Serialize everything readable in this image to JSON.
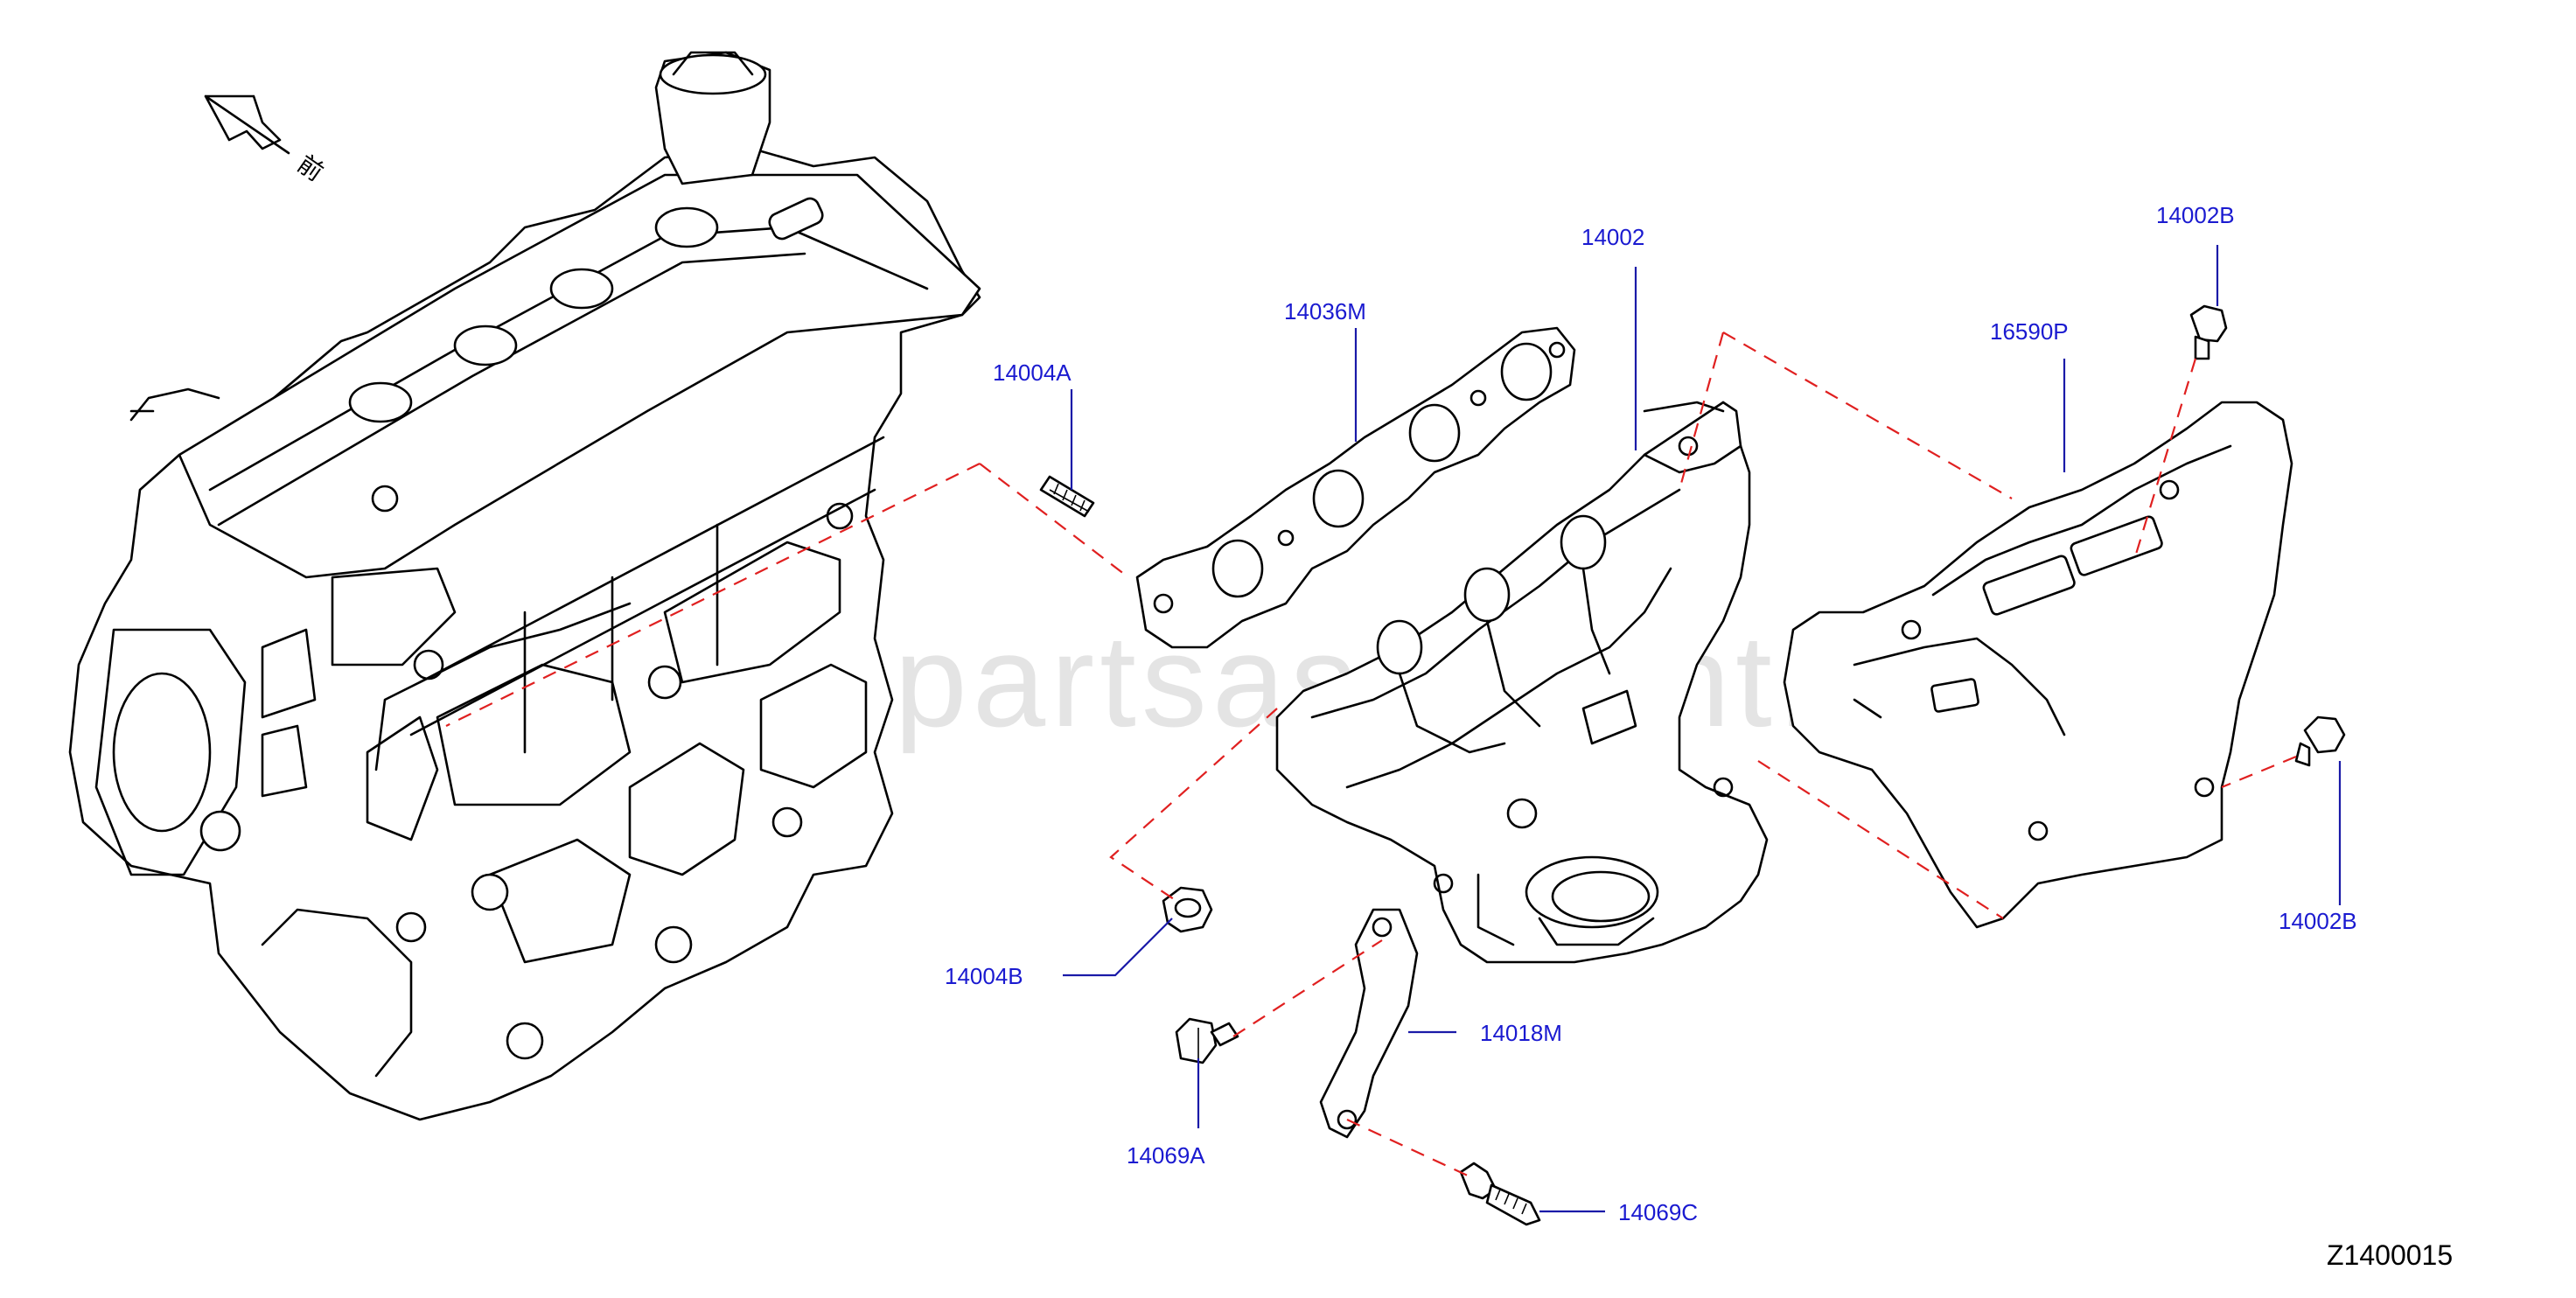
{
  "diagram": {
    "code": "Z1400015",
    "front_label": "前",
    "watermark": "www.partsassistant.com",
    "callouts": [
      {
        "id": "14004A",
        "label": "14004A"
      },
      {
        "id": "14036M",
        "label": "14036M"
      },
      {
        "id": "14002",
        "label": "14002"
      },
      {
        "id": "14002B-top",
        "label": "14002B"
      },
      {
        "id": "16590P",
        "label": "16590P"
      },
      {
        "id": "14002B-right",
        "label": "14002B"
      },
      {
        "id": "14004B",
        "label": "14004B"
      },
      {
        "id": "14018M",
        "label": "14018M"
      },
      {
        "id": "14069A",
        "label": "14069A"
      },
      {
        "id": "14069C",
        "label": "14069C"
      }
    ],
    "colors": {
      "label": "#1a1ad0",
      "leader": "#1a1aa8",
      "dashed_guide": "#e02020",
      "line": "#000000"
    }
  }
}
